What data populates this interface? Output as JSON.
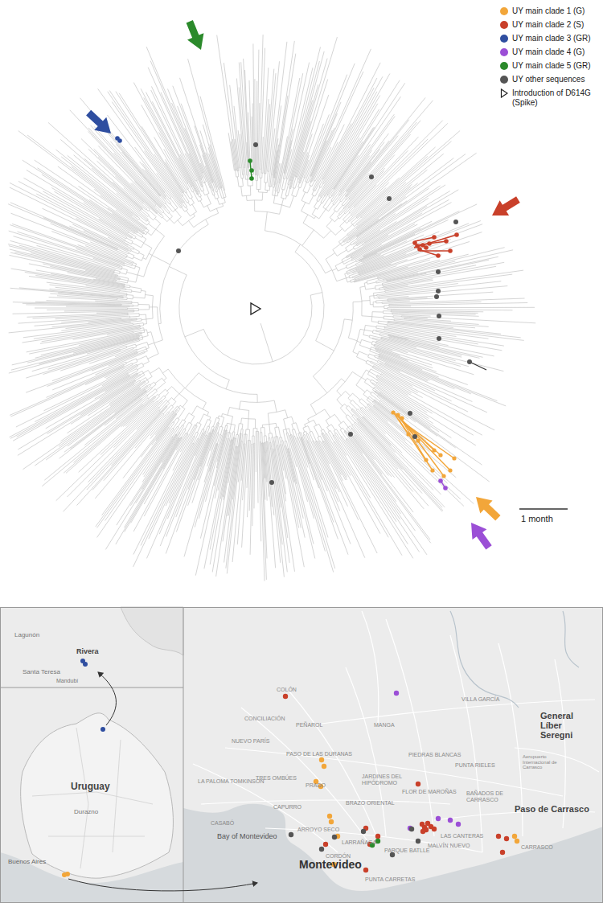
{
  "diagram": {
    "labels": [
      "1 month",
      "Lagunón",
      "Rivera",
      "Santa Teresa",
      "Mandubí",
      "Uruguay",
      "Durazno",
      "Buenos Aires",
      "Montevideo",
      "Bay of Montevideo",
      "COLÓN",
      "CONCILIACIÓN",
      "PEÑAROL",
      "NUEVO PARÍS",
      "PASO DE LAS DURANAS",
      "TRES OMBÚES",
      "PRADO",
      "LA PALOMA TOMKINSON",
      "CASABÓ",
      "CAPURRO",
      "BRAZO ORIENTAL",
      "ARROYO SECO",
      "LARRAÑAGA",
      "PARQUE BATLLE",
      "CORDÓN",
      "PUNTA CARRETAS",
      "MALVÍN NUEVO",
      "LAS CANTERAS",
      "CARRASCO",
      "Paso de Carrasco",
      "General Líber Seregni",
      "Aeropuerto Internacional de Carrasco",
      "VILLA GARCÍA",
      "MANGA",
      "PIEDRAS BLANCAS",
      "PUNTA RIELES",
      "JARDINES DEL HIPÓDROMO",
      "FLOR DE MAROÑAS",
      "BAÑADOS DE CARRASCO"
    ],
    "legend": [
      {
        "text": "UY main clade 1 (G)",
        "color": "#f2a63a"
      },
      {
        "text": "UY main clade 2 (S)",
        "color": "#c9402a"
      },
      {
        "text": "UY main clade 3 (GR)",
        "color": "#2f4ea0"
      },
      {
        "text": "UY main clade 4 (G)",
        "color": "#9b4fd6"
      },
      {
        "text": "UY main clade 5 (GR)",
        "color": "#2b8a2b"
      },
      {
        "text": "UY other sequences",
        "color": "#555555"
      },
      {
        "text": "Introduction of D614G (Spike)"
      }
    ]
  }
}
